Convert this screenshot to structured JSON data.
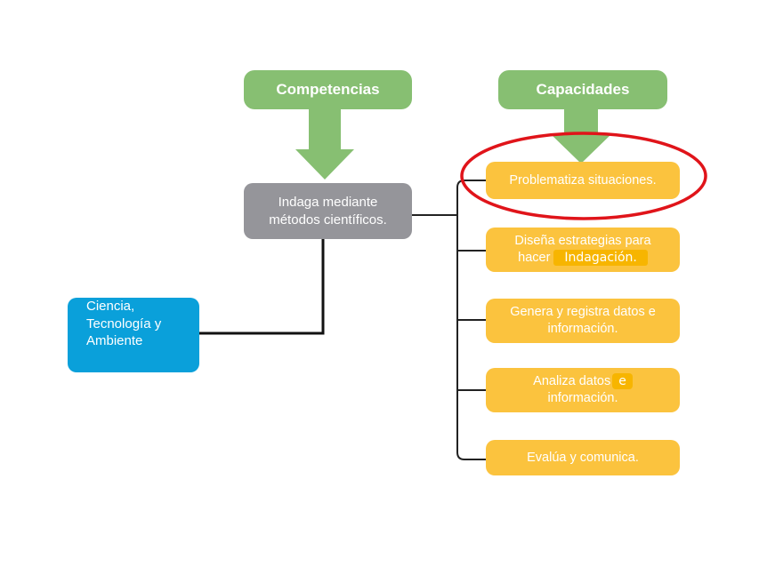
{
  "headers": {
    "competencias": "Competencias",
    "capacidades": "Capacidades"
  },
  "competence": {
    "line1": "Indaga mediante",
    "line2": "métodos científicos."
  },
  "area": {
    "line1": "Ciencia,",
    "line2": "Tecnología y",
    "line3": "Ambiente"
  },
  "capacities": [
    {
      "line1": "Problematiza situaciones."
    },
    {
      "line1": "Diseña estrategias para",
      "line2_prefix": "hacer",
      "highlight": "Indagación."
    },
    {
      "line1": "Genera y registra datos e",
      "line2": "información."
    },
    {
      "line1_prefix": "Analiza datos",
      "highlight": "e",
      "line2": "información."
    },
    {
      "line1": "Evalúa y comunica."
    }
  ],
  "colors": {
    "header_green": "#87bf72",
    "competence_gray": "#95959a",
    "area_blue": "#0aa0da",
    "capacity_yellow": "#fbc33e",
    "highlight_orange": "#f7b500",
    "circle_red": "#e0141a"
  }
}
